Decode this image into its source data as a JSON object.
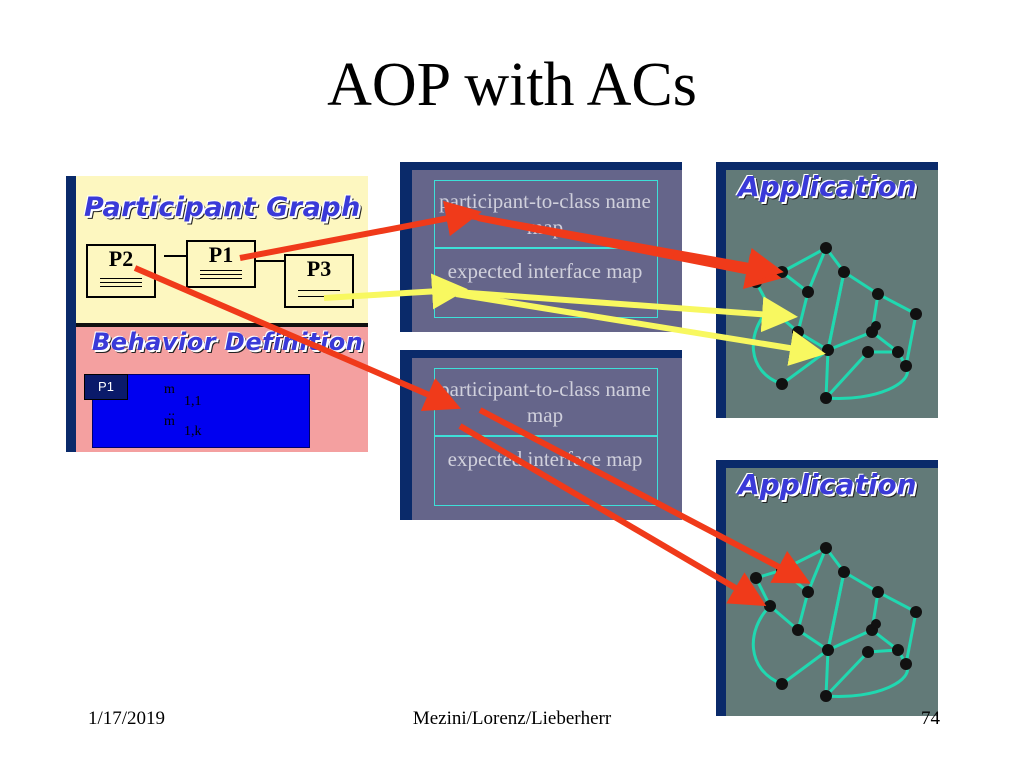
{
  "title": "AOP with ACs",
  "participant_graph": {
    "heading": "Participant Graph",
    "participants": [
      "P1",
      "P2",
      "P3"
    ]
  },
  "behavior_definition": {
    "heading": "Behavior Definition",
    "tab": "P1",
    "line1_m": "m",
    "line1_idx": "1,1",
    "line_dots": "..",
    "line2_m": "m",
    "line2_idx": "1,k"
  },
  "maps": [
    {
      "name_map": "participant-to-class name map",
      "interface_map": "expected interface map"
    },
    {
      "name_map": "participant-to-class name map",
      "interface_map": "expected interface map"
    }
  ],
  "applications": [
    {
      "title": "Application"
    },
    {
      "title": "Application"
    }
  ],
  "colors": {
    "arrow_red": "#f03a1a",
    "arrow_yellow": "#f8f860",
    "graph_edge": "#20d8b0",
    "node": "#111111"
  },
  "footer": {
    "date": "1/17/2019",
    "authors": "Mezini/Lorenz/Lieberherr",
    "page": "74"
  }
}
